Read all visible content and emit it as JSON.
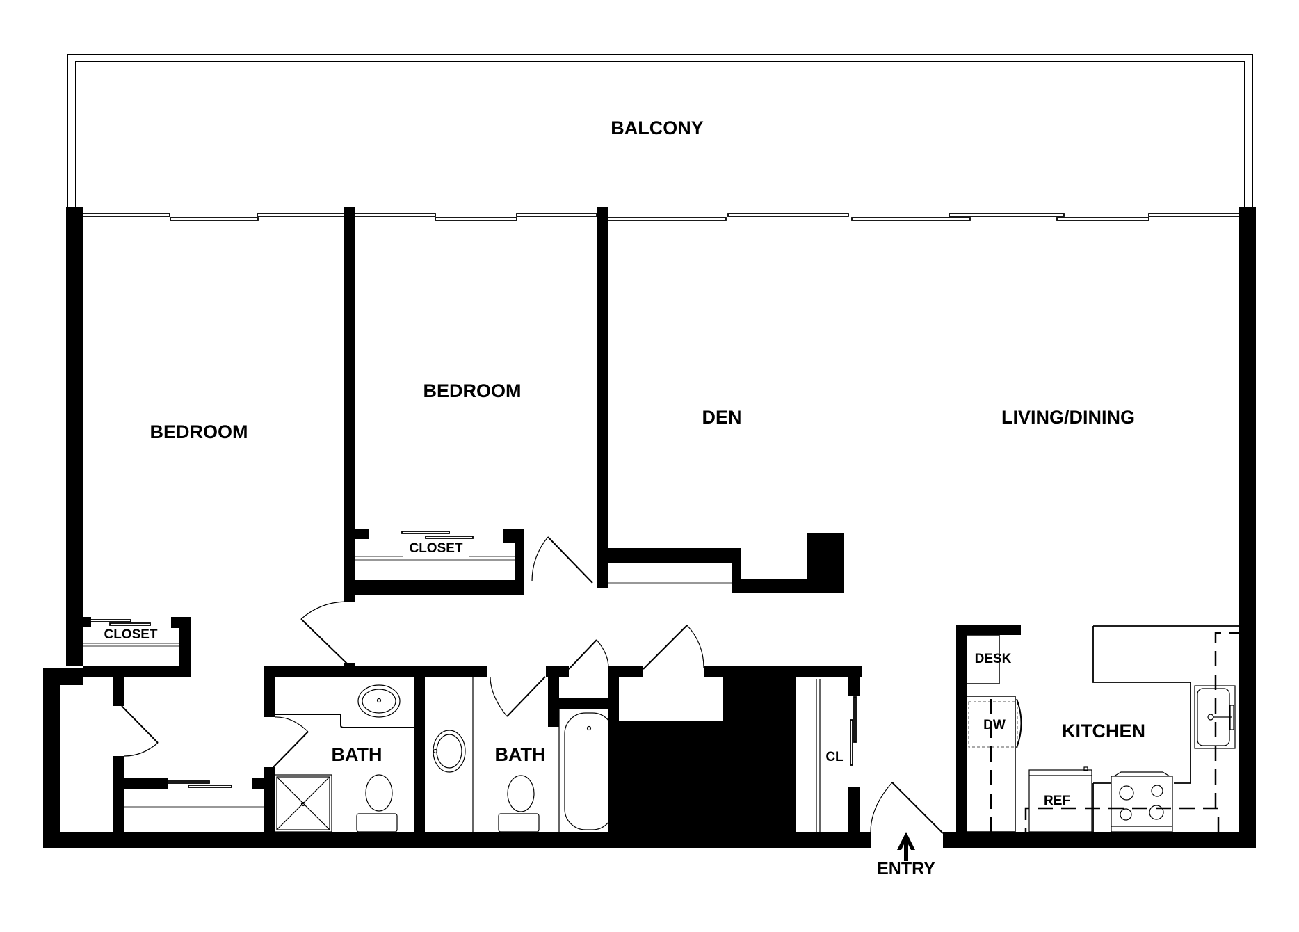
{
  "plan": {
    "colors": {
      "wall": "#000000",
      "background": "#ffffff",
      "line": "#000000"
    },
    "rooms": {
      "balcony": "BALCONY",
      "bedroom_1": "BEDROOM",
      "bedroom_2": "BEDROOM",
      "den": "DEN",
      "living_dining": "LIVING/DINING",
      "closet_1": "CLOSET",
      "closet_2": "CLOSET",
      "bath_1": "BATH",
      "bath_2": "BATH",
      "closet_cl": "CL",
      "kitchen": "KITCHEN",
      "desk": "DESK",
      "dishwasher": "DW",
      "refrigerator": "REF",
      "entry": "ENTRY"
    },
    "icons": [
      "entry-arrow-icon",
      "door-swing-icon",
      "sink-icon",
      "toilet-icon",
      "bathtub-icon",
      "shower-icon",
      "stove-icon",
      "sliding-window-icon"
    ]
  }
}
